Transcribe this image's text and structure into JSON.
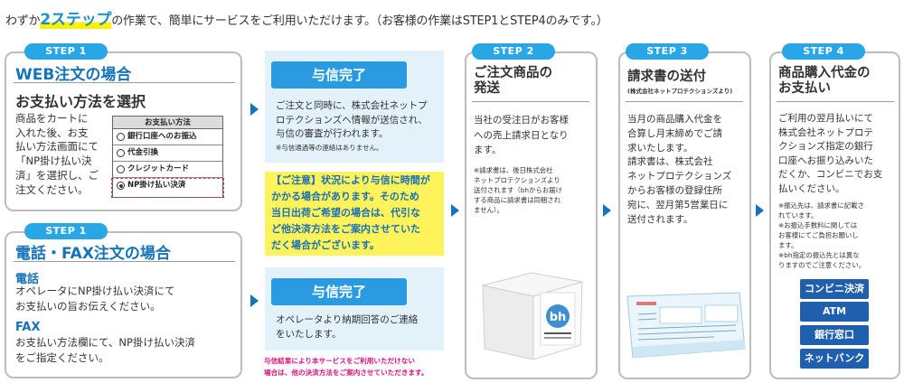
{
  "intro": {
    "prefix": "わずか",
    "highlight": "2ステップ",
    "suffix": "の作業で、簡単にサービスをご利用いただけます。（お客様の作業はSTEP1とSTEP4のみです。）"
  },
  "web_order": {
    "badge": "STEP 1",
    "title": "WEB注文の場合",
    "subtitle": "お支払い方法を選択",
    "body": [
      "商品をカートに",
      "入れた後、お支",
      "払い方法画面にて",
      "「NP掛け払い決",
      "済」を選択し、ご",
      "注文ください。"
    ],
    "payment_methods": {
      "header": "お支払い方法",
      "options": [
        "銀行口座へのお振込",
        "代金引換",
        "クレジットカード",
        "NP掛け払い決済"
      ],
      "selected_index": 3
    }
  },
  "phone_order": {
    "badge": "STEP 1",
    "title": "電話・FAX注文の場合",
    "phone_label": "電話",
    "phone_lines": [
      "オペレータにNP掛け払い決済にて",
      "お支払いの旨お伝えください。"
    ],
    "fax_label": "FAX",
    "fax_lines": [
      "お支払い方法欄にて、NP掛け払い決済",
      "をご指定ください。"
    ]
  },
  "credit_web": {
    "title": "与信完了",
    "lines": [
      "ご注文と同時に、株式会社ネットプ",
      "ロテクションズへ情報が送信され、",
      "与信の審査が行われます。"
    ],
    "note": "※与信通過等の連絡はありません。"
  },
  "caution": {
    "lines": [
      "【ご注意】状況により与信に時間が",
      "かかる場合があります。そのため",
      "当日出荷ご希望の場合は、代引な",
      "ど他決済方法をご案内させていた",
      "だく場合がございます。"
    ]
  },
  "credit_phone": {
    "title": "与信完了",
    "lines": [
      "オペレータより納期回答のご連絡",
      "をいたします。"
    ]
  },
  "credit_footnote": [
    "与信結果により本サービスをご利用いただけない",
    "場合は、他の決済方法をご案内させていただきます。"
  ],
  "step2": {
    "badge": "STEP 2",
    "title": [
      "ご注文商品の",
      "発送"
    ],
    "lines": [
      "当社の受注日がお客様",
      "への売上請求日となり",
      "ます。"
    ],
    "note": [
      "※請求書は、後日株式会社",
      "ネットプロテクションズより",
      "送付されます（bhからお届け",
      "する商品に請求書は同梱され",
      "ません）。"
    ],
    "box_logo": "bh"
  },
  "step3": {
    "badge": "STEP 3",
    "title": "請求書の送付",
    "subtitle": "(株式会社ネットプロテクションズより)",
    "lines": [
      "当月の商品購入代金を",
      "合算し月末締めでご請",
      "求いたします。",
      "請求書は、株式会社",
      "ネットプロテクションズ",
      "からお客様の登録住所",
      "宛に、翌月第5営業日に",
      "送付されます。"
    ]
  },
  "step4": {
    "badge": "STEP 4",
    "title": [
      "商品購入代金の",
      "お支払い"
    ],
    "lines": [
      "ご利用の翌月払いにて",
      "株式会社ネットプロテ",
      "クションズ指定の銀行",
      "口座へお振り込みいた",
      "だくか、コンビニでお支",
      "払いください。"
    ],
    "notes": [
      "※振込先は、請求書に記載さ",
      "れています。",
      "※お振込手数料に関しては",
      "お客様にてご負担お願いし",
      "ます。",
      "※bh指定の振込先とは異な",
      "りますのでご注意ください。"
    ],
    "methods": [
      "コンビニ決済",
      "ATM",
      "銀行窓口",
      "ネットバンク"
    ]
  },
  "colors": {
    "accent_blue": "#1573b7",
    "badge_blue": "#29a6e6",
    "info_bg": "#e3f1fb",
    "caution_yellow": "#fff35c",
    "warning_pink": "#e0127c",
    "method_navy": "#1f5fae"
  }
}
